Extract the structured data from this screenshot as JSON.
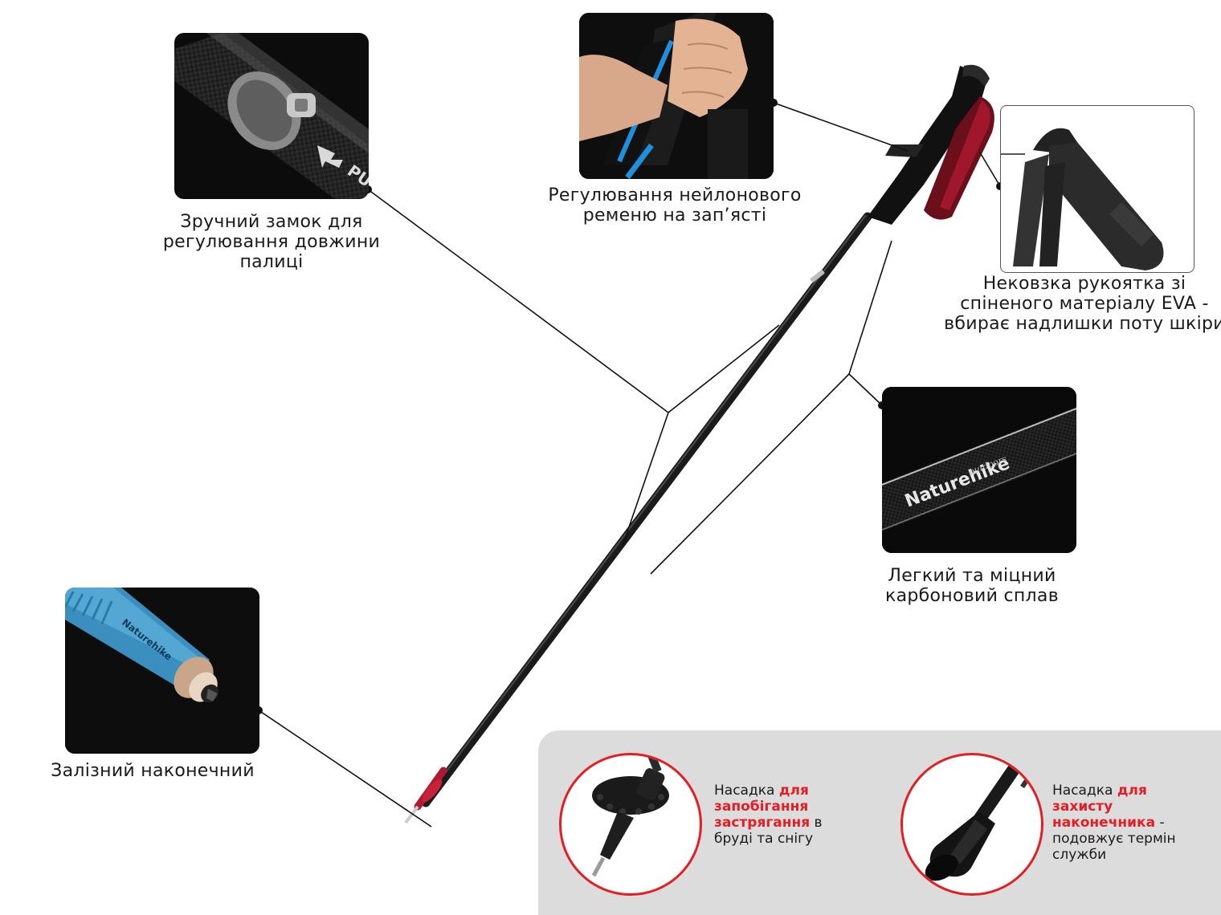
{
  "captions": {
    "lock": "Зручний замок для регулювання довжини палиці",
    "strap": "Регулювання нейлонового ременю на зап’ясті",
    "grip": "Нековзка рукоятка зі спіненого матеріалу EVA - вбирає надлишки поту шкіри",
    "carbon": "Легкий та міцний карбоновий сплав",
    "tip": "Залізний наконечний"
  },
  "accessories": {
    "snow_basket": {
      "prefix": "Насадка ",
      "highlight": "для запобігання застрягання",
      "suffix": " в бруді та снігу"
    },
    "tip_cap": {
      "prefix": "Насадка ",
      "highlight": "для захисту наконечника",
      "suffix": " - подовжує термін служби"
    }
  },
  "colors": {
    "accent_red": "#e31e24",
    "panel_gray": "#dcdcdc",
    "photo_bg": "#0c0c0c",
    "tip_blue": "#3a8fbf"
  },
  "icons": {
    "lock_photo": "lock-clamp-photo",
    "strap_photo": "wrist-strap-photo",
    "grip_photo": "eva-grip-photo",
    "carbon_photo": "carbon-tube-photo",
    "tip_photo": "metal-tip-photo",
    "pole": "trekking-pole-illustration"
  }
}
